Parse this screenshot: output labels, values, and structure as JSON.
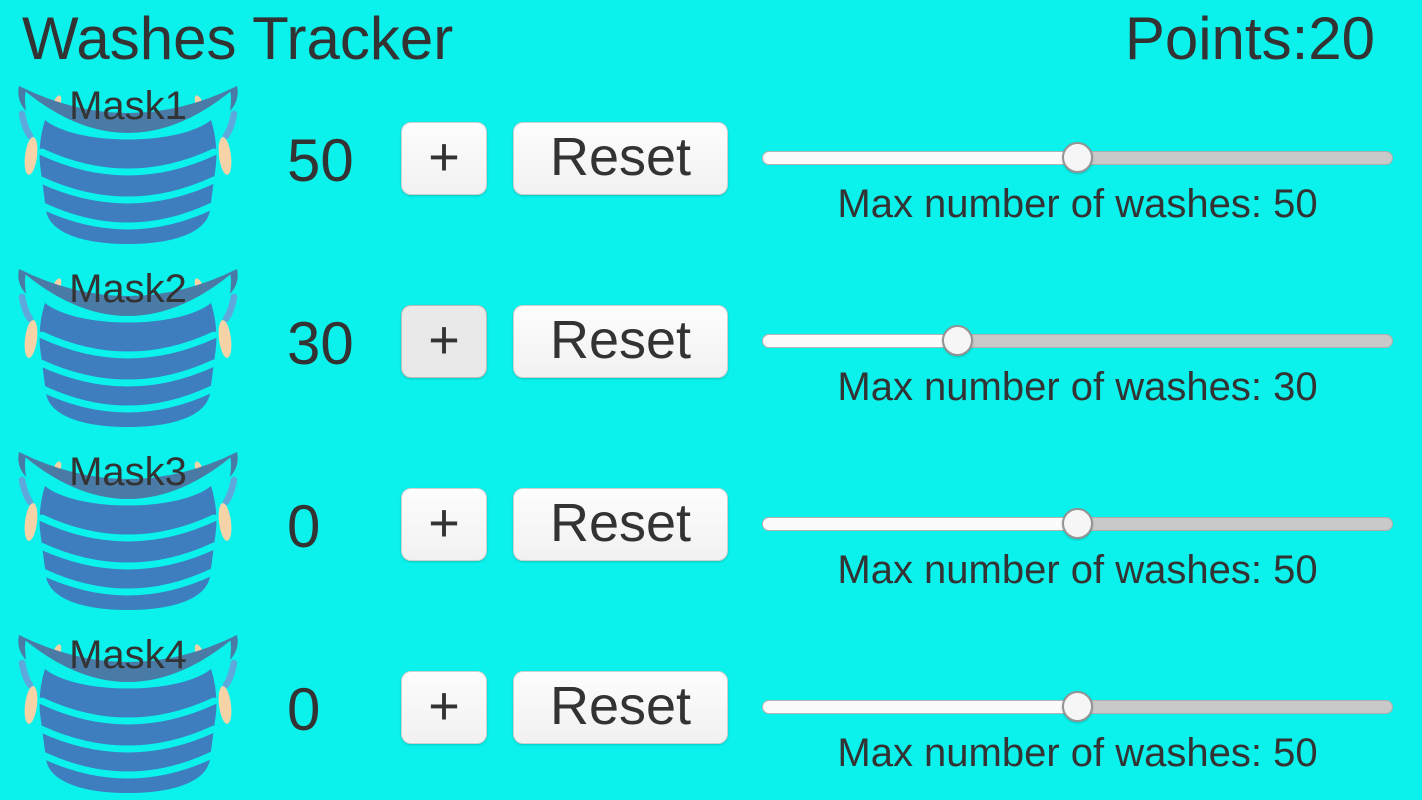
{
  "app": {
    "title": "Washes Tracker",
    "points_label": "Points:",
    "points_value": "20"
  },
  "icons": {
    "mask": "surgical-mask-icon"
  },
  "colors": {
    "background": "#0bf2ec",
    "text": "#333333",
    "mask_band": "#4a7ba6",
    "mask_body": "#3e7dbe",
    "mask_strap": "#5fa8db",
    "mask_ear": "#f6d3a7",
    "button_bg": "#f8f8f8",
    "button_bg_hover": "#e9e9e9",
    "slider_track_filled": "#fbfbfb",
    "slider_track_unfilled": "#c9c9c9",
    "slider_thumb": "#f6f6f6"
  },
  "rows": [
    {
      "mask_label": "Mask1",
      "count": "50",
      "plus_label": "+",
      "reset_label": "Reset",
      "max_label": "Max number of washes: 50",
      "slider_percent": 50,
      "plus_pressed": false
    },
    {
      "mask_label": "Mask2",
      "count": "30",
      "plus_label": "+",
      "reset_label": "Reset",
      "max_label": "Max number of washes: 30",
      "slider_percent": 31,
      "plus_pressed": true
    },
    {
      "mask_label": "Mask3",
      "count": "0",
      "plus_label": "+",
      "reset_label": "Reset",
      "max_label": "Max number of washes: 50",
      "slider_percent": 50,
      "plus_pressed": false
    },
    {
      "mask_label": "Mask4",
      "count": "0",
      "plus_label": "+",
      "reset_label": "Reset",
      "max_label": "Max number of washes: 50",
      "slider_percent": 50,
      "plus_pressed": false
    }
  ]
}
